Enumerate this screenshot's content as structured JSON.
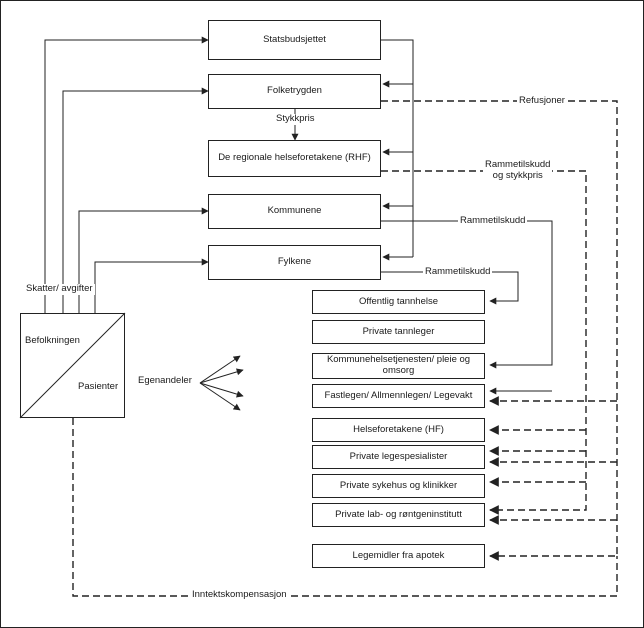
{
  "funders": {
    "statsbudsjettet": "Statsbudsjettet",
    "folketrygden": "Folketrygden",
    "rhf": "De regionale helseforetakene (RHF)",
    "kommunene": "Kommunene",
    "fylkene": "Fylkene"
  },
  "providers": {
    "offentlig_tannhelse": "Offentlig tannhelse",
    "private_tannleger": "Private tannleger",
    "kommunehelsetjenesten": "Kommunehelsetjenesten/ pleie og omsorg",
    "fastlegen": "Fastlegen/ Allmennlegen/ Legevakt",
    "helseforetakene": "Helseforetakene (HF)",
    "private_legespesialister": "Private legespesialister",
    "private_sykehus": "Private sykehus og klinikker",
    "private_lab": "Private lab- og røntgeninstitutt",
    "legemidler": "Legemidler fra apotek"
  },
  "population": {
    "befolkningen": "Befolkningen",
    "pasienter": "Pasienter"
  },
  "flow_labels": {
    "stykkpris": "Stykkpris",
    "refusjoner": "Refusjoner",
    "rammetilskudd_og_stykkpris": "Rammetilskudd\nog stykkpris",
    "rammetilskudd_kommune": "Rammetilskudd",
    "rammetilskudd_fylke": "Rammetilskudd",
    "skatter_avgifter": "Skatter/ avgifter",
    "egenandeler": "Egenandeler",
    "inntektskompensasjon": "Inntektskompensasjon"
  },
  "colors": {
    "line": "#222222",
    "background": "#ffffff"
  }
}
